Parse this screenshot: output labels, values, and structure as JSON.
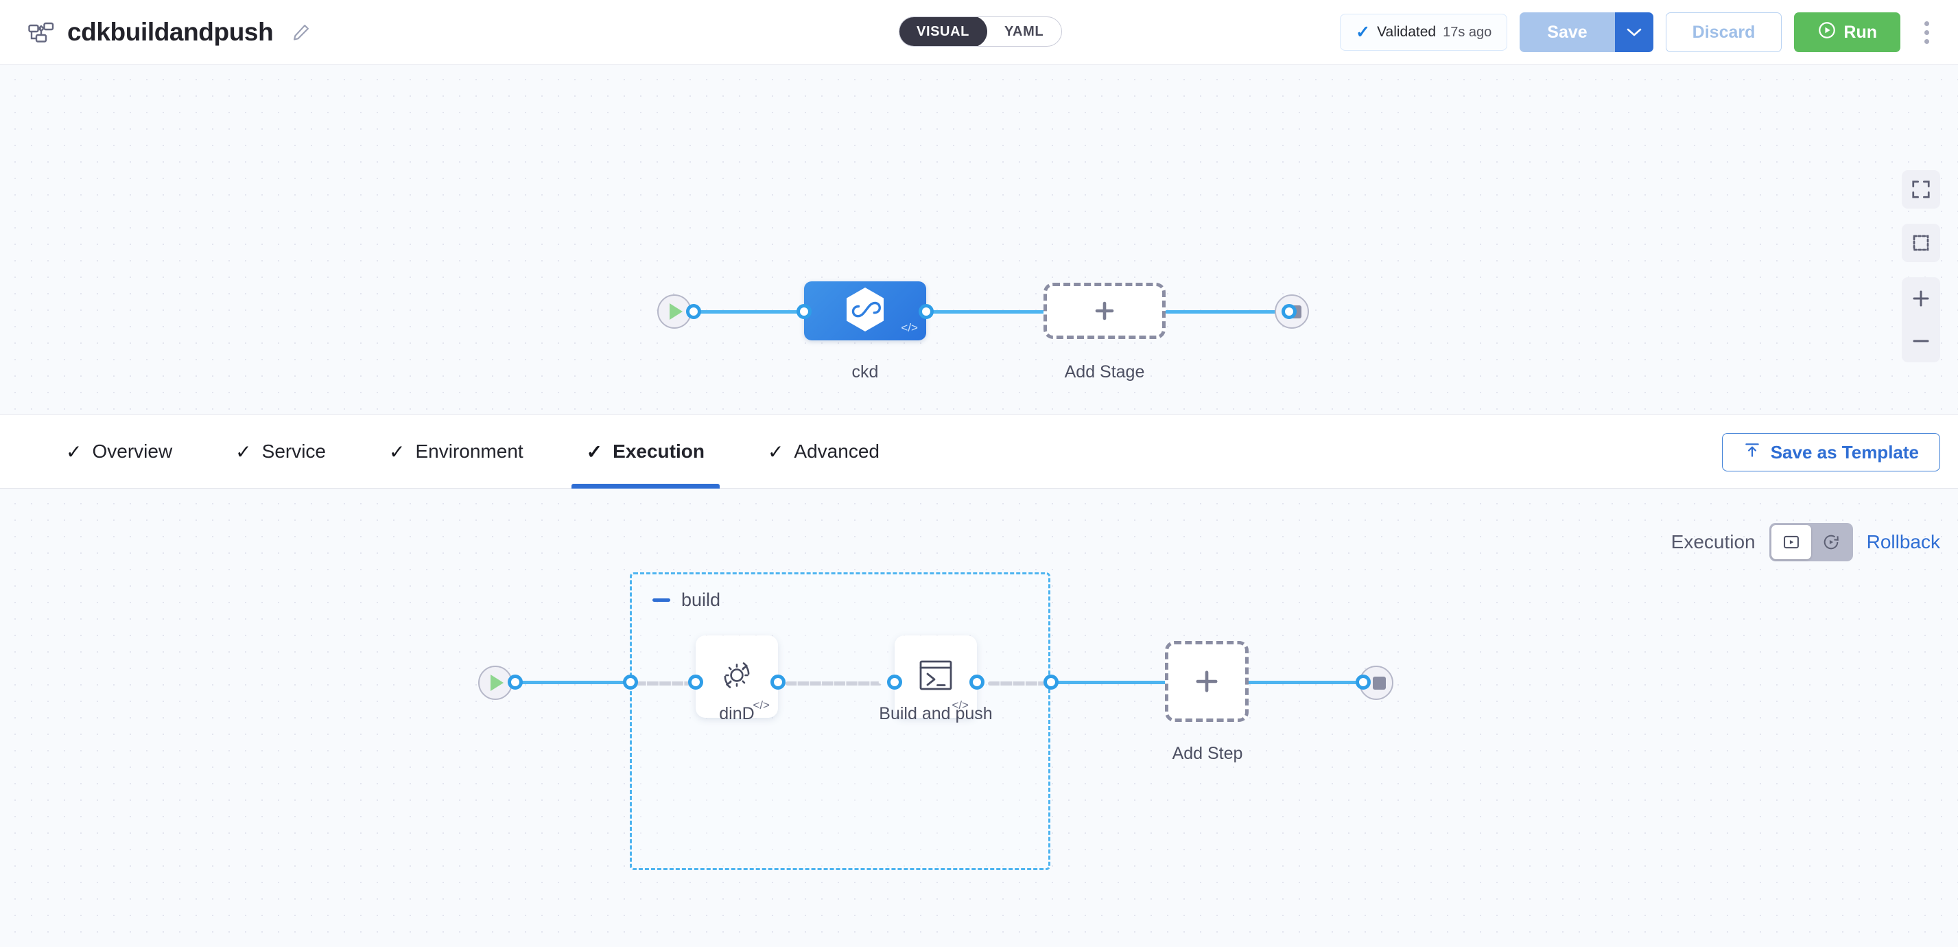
{
  "header": {
    "pipeline_icon": "pipeline-graph-icon",
    "title": "cdkbuildandpush",
    "edit_icon": "pencil-icon",
    "mode_toggle": {
      "options": [
        "VISUAL",
        "YAML"
      ],
      "selected": "VISUAL"
    },
    "validated": {
      "check": "✓",
      "label": "Validated",
      "time": "17s ago"
    },
    "save_label": "Save",
    "save_caret_icon": "chevron-down-icon",
    "discard_label": "Discard",
    "run_label": "Run",
    "run_icon": "play-circle-icon",
    "kebab_icon": "more-vertical-icon"
  },
  "canvas_top": {
    "start_node": {
      "icon": "play-icon",
      "name": "start"
    },
    "end_node": {
      "icon": "stop-icon",
      "name": "end"
    },
    "stage": {
      "label": "ckd",
      "icon": "harness-infinity-icon",
      "code_badge": "</>"
    },
    "add_stage": {
      "label": "Add Stage",
      "icon": "plus-icon"
    }
  },
  "tools": {
    "fullscreen_icon": "fullscreen-icon",
    "select_area_icon": "marquee-select-icon",
    "zoom_in_icon": "plus-icon",
    "zoom_out_icon": "minus-icon"
  },
  "tabs": {
    "items": [
      {
        "label": "Overview",
        "check": "✓",
        "active": false
      },
      {
        "label": "Service",
        "check": "✓",
        "active": false
      },
      {
        "label": "Environment",
        "check": "✓",
        "active": false
      },
      {
        "label": "Execution",
        "check": "✓",
        "active": true
      },
      {
        "label": "Advanced",
        "check": "✓",
        "active": false
      }
    ],
    "save_as_template": {
      "label": "Save as Template",
      "icon": "upload-icon"
    }
  },
  "exec_row": {
    "execution_label": "Execution",
    "rollback_label": "Rollback",
    "execution_icon": "execution-play-box-icon",
    "rollback_icon": "rollback-circle-arrow-icon",
    "selected": "Execution"
  },
  "canvas_bottom": {
    "start_node": {
      "icon": "play-icon",
      "name": "start"
    },
    "end_node": {
      "icon": "stop-icon",
      "name": "end"
    },
    "group": {
      "title": "build",
      "collapse_icon": "minus-icon"
    },
    "steps": [
      {
        "label": "dinD",
        "icon": "gear-rotate-icon",
        "code_badge": "</>"
      },
      {
        "label": "Build and push",
        "icon": "terminal-icon",
        "code_badge": "</>"
      }
    ],
    "add_step": {
      "label": "Add Step",
      "icon": "plus-icon"
    }
  },
  "colors": {
    "accent_blue": "#2f6ed4",
    "edge_blue": "#4db4f0",
    "stage_blue": "#3080e4",
    "run_green": "#5cbd5c",
    "canvas_bg": "#f8fafd",
    "dark_toggle": "#383846"
  }
}
